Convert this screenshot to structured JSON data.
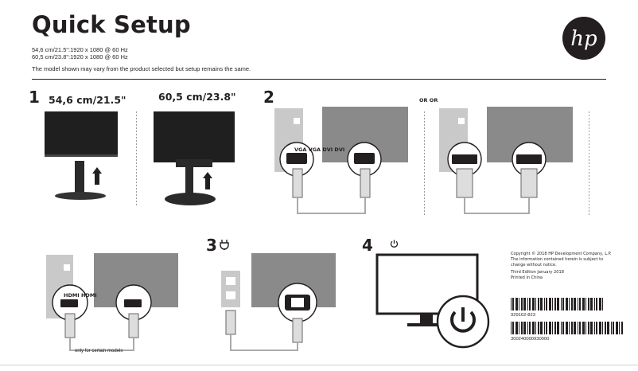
{
  "header": {
    "title": "Quick Setup",
    "spec_1": "54,6 cm/21.5\":1920 x 1080 @ 60 Hz",
    "spec_2": "60,5 cm/23.8\":1920 x 1080 @ 60 Hz",
    "note": "The model shown may vary from the product selected but setup remains the same.",
    "logo_text": "hp"
  },
  "step1": {
    "number": "1",
    "model_a": "54,6 cm/21.5\"",
    "model_b": "60,5 cm/23.8\""
  },
  "step2": {
    "number": "2",
    "or_label": "OR OR",
    "vga_dvi_label": "VGA VGA DVI DVI"
  },
  "hdmi": {
    "label": "HDMI HDMI",
    "caption": "only for certain models"
  },
  "step3": {
    "number": "3",
    "icon": "power-plug-icon"
  },
  "step4": {
    "number": "4",
    "icon": "power-icon"
  },
  "legal": {
    "line1": "Copyright © 2018 HP Development Company, L.P.",
    "line2": "The information contained herein is subject to",
    "line3": "change without notice.",
    "line4": "Third Edition January 2018",
    "line5": "Printed in China"
  },
  "barcodes": {
    "code1": "929162-823",
    "code2": "300240000930000"
  },
  "colors": {
    "text": "#231f20",
    "monitor_gray": "#8a8a8a",
    "light_gray": "#c9c9c9"
  }
}
